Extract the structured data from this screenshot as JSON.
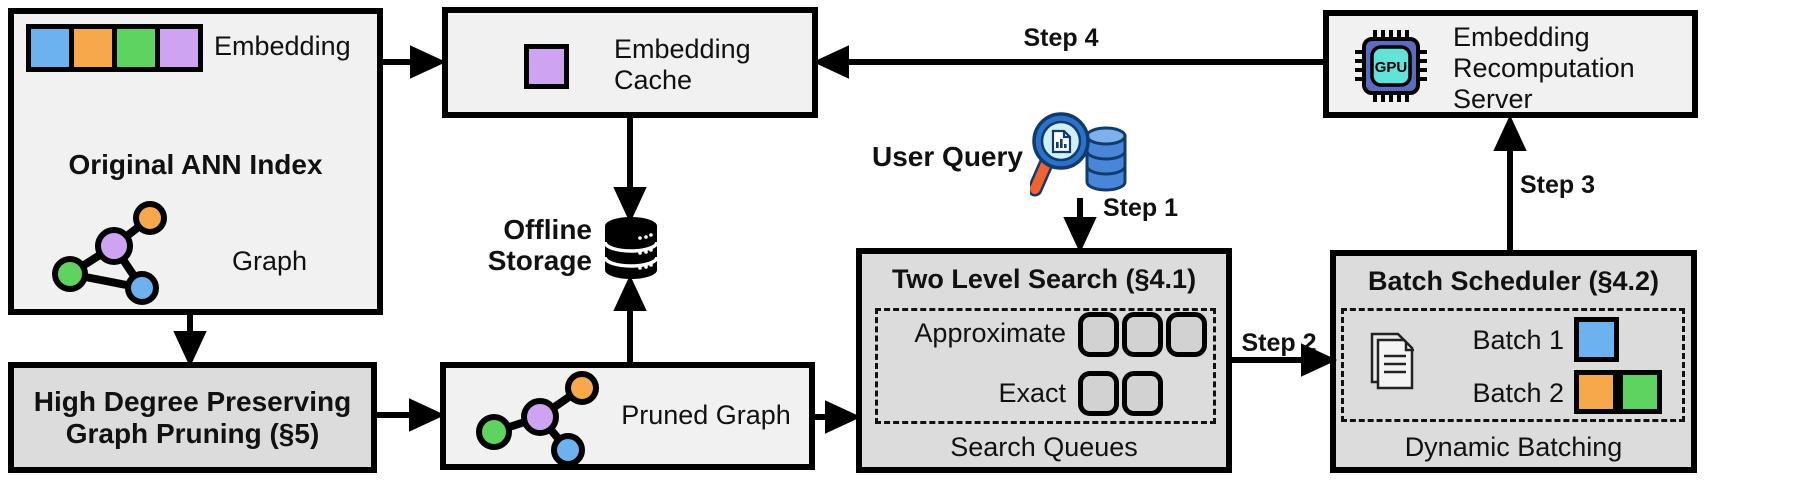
{
  "palette": {
    "blue": "#6CB2F0",
    "orange": "#F7A84B",
    "green": "#5FD35F",
    "purple": "#CDA3F2",
    "box_light": "#F1F1F1",
    "box_gray": "#DCDCDC",
    "queue_square": "#D2D2D2",
    "gpu_chip": "#5A6CC0",
    "gpu_core": "#63E3D8",
    "db_blue": "#4A86D8",
    "db_blue_light": "#7FB0EC",
    "outline_navy": "#123A6B",
    "handle_orange": "#F2622E",
    "lens_fill": "#CFEFFB"
  },
  "boxes": {
    "original_index": {
      "embedding_label": "Embedding",
      "title": "Original ANN Index",
      "graph_label": "Graph"
    },
    "embedding_cache": {
      "label": "Embedding Cache"
    },
    "offline_storage": {
      "label": "Offline Storage"
    },
    "user_query": {
      "label": "User Query"
    },
    "two_level_search": {
      "title": "Two Level Search (§4.1)",
      "approximate_label": "Approximate",
      "exact_label": "Exact",
      "caption": "Search Queues"
    },
    "batch_scheduler": {
      "title": "Batch Scheduler (§4.2)",
      "batch1_label": "Batch 1",
      "batch2_label": "Batch 2",
      "caption": "Dynamic Batching"
    },
    "recomputation_server": {
      "label": "Embedding Recomputation Server"
    },
    "graph_pruning": {
      "title": "High Degree Preserving Graph Pruning (§5)"
    },
    "pruned_graph": {
      "label": "Pruned Graph"
    }
  },
  "steps": {
    "step1": "Step 1",
    "step2": "Step 2",
    "step3": "Step 3",
    "step4": "Step 4"
  },
  "icons": {
    "gpu_text": "GPU",
    "original_graph": "graph-nodes-icon",
    "pruned_graph": "graph-nodes-icon",
    "offline_storage": "database-icon",
    "user_query": "magnifier-database-icon",
    "gpu": "gpu-chip-icon",
    "documents": "documents-stack-icon"
  }
}
